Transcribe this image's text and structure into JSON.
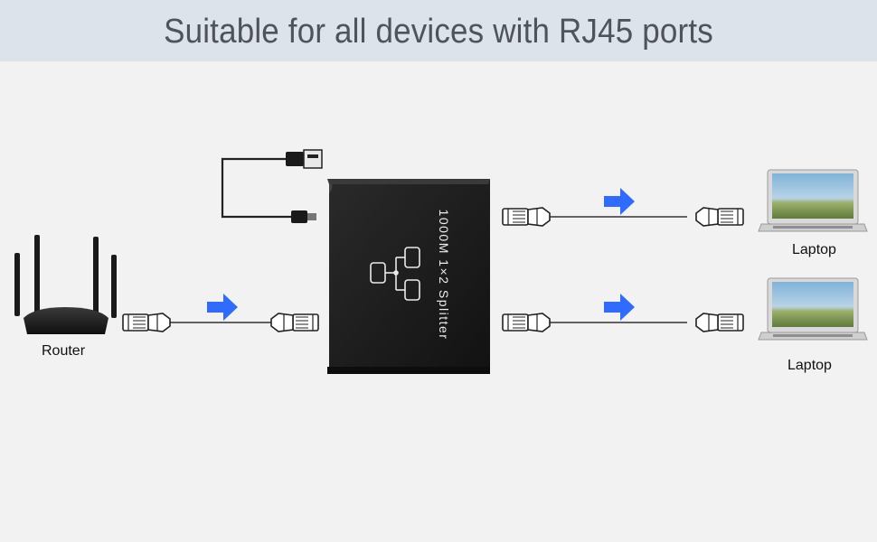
{
  "headline": "Suitable for all devices with RJ45 ports",
  "splitter": {
    "label": "1000M 1×2 Splitter"
  },
  "router": {
    "label": "Router"
  },
  "laptop_top": {
    "label": "Laptop"
  },
  "laptop_bottom": {
    "label": "Laptop"
  },
  "colors": {
    "arrow": "#2f6bff",
    "device_body": "#1b1b1b",
    "banner": "#dde3ea"
  },
  "icons": [
    "router-icon",
    "laptop-icon",
    "usb-cable-icon",
    "rj45-plug-icon",
    "arrow-right-icon",
    "network-topology-icon"
  ]
}
